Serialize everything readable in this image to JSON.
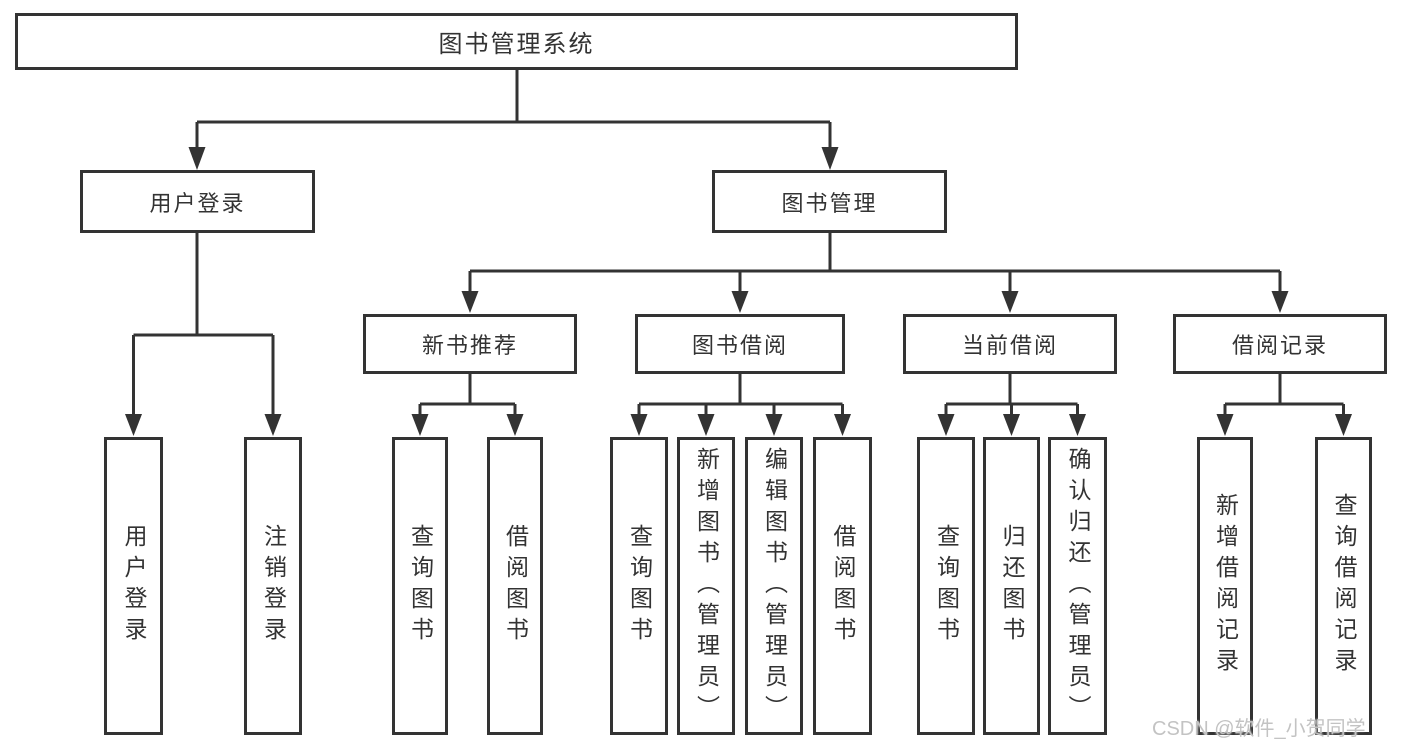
{
  "tree": {
    "root": "图书管理系统",
    "level2": {
      "user_login": "用户登录",
      "book_management": "图书管理"
    },
    "level3": {
      "new_book": "新书推荐",
      "book_borrow": "图书借阅",
      "current_borrow": "当前借阅",
      "borrow_record": "借阅记录"
    },
    "leaves": {
      "user_login": [
        "用户登录",
        "注销登录"
      ],
      "new_book": [
        "查询图书",
        "借阅图书"
      ],
      "book_borrow": [
        "查询图书",
        "新增图书（管理员）",
        "编辑图书（管理员）",
        "借阅图书"
      ],
      "current_borrow": [
        "查询图书",
        "归还图书",
        "确认归还（管理员）"
      ],
      "borrow_record": [
        "新增借阅记录",
        "查询借阅记录"
      ]
    }
  },
  "watermark": "CSDN @软件_小贺同学",
  "colors": {
    "line": "#333333",
    "text": "#333333",
    "watermark": "#c3c3c3"
  }
}
